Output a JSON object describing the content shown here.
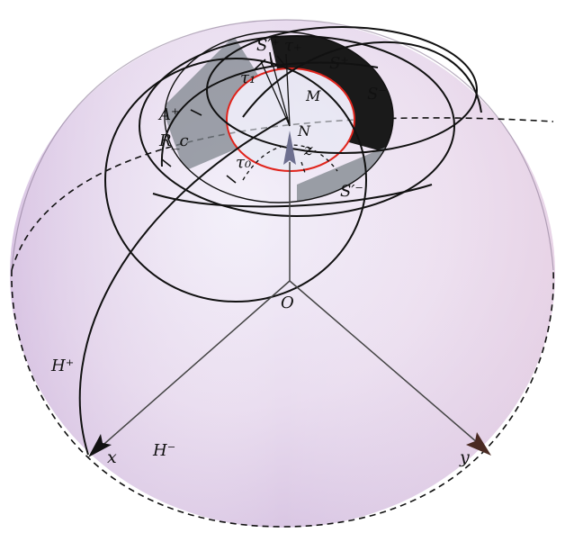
{
  "labels": {
    "s_prime_plus": "S′⁺",
    "tau_plus": "τ₊",
    "s_plus": "S⁺",
    "tau_1": "τ₁",
    "m": "M",
    "s_minus": "S⁻",
    "a_plus": "A⁺",
    "n": "N",
    "r_c": "R_c",
    "z": "z",
    "tau_0": "τ₀",
    "s_prime_minus": "S′⁻",
    "o": "O",
    "h_plus": "H⁺",
    "h_minus": "H⁻",
    "x": "x",
    "y": "y"
  },
  "colors": {
    "sphere_edge": "#111111",
    "sphere_fill_left": "#d8c6e6",
    "sphere_fill_right": "#f6e7ee",
    "curve_stroke": "#111111",
    "dark_region": "#1e1e1e",
    "grey_region": "#8a8f97",
    "red_circle": "#e0241c",
    "z_arrow": "#6d6f8f",
    "axis_line": "#333333",
    "y_arrow": "#4a2a22"
  }
}
